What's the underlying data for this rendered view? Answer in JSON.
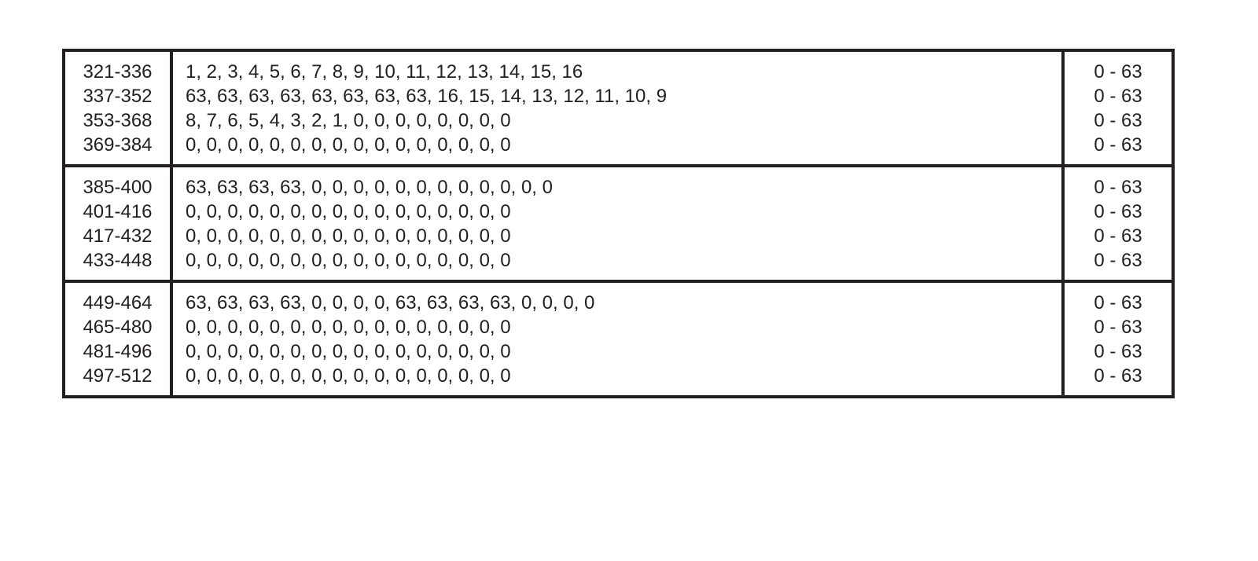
{
  "table": {
    "groups": [
      {
        "addresses": [
          "321-336",
          "337-352",
          "353-368",
          "369-384"
        ],
        "values": [
          "1, 2, 3, 4, 5, 6, 7, 8, 9, 10, 11, 12, 13, 14, 15, 16",
          "63, 63, 63, 63, 63, 63, 63, 63, 16, 15, 14, 13, 12, 11, 10, 9",
          "8, 7, 6, 5, 4, 3, 2, 1, 0, 0, 0, 0, 0, 0, 0, 0",
          "0, 0, 0, 0, 0, 0, 0, 0, 0, 0, 0, 0, 0, 0, 0, 0"
        ],
        "ranges": [
          "0 - 63",
          "0 - 63",
          "0 - 63",
          "0 - 63"
        ]
      },
      {
        "addresses": [
          "385-400",
          "401-416",
          "417-432",
          "433-448"
        ],
        "values": [
          "63, 63, 63, 63, 0, 0, 0, 0, 0, 0, 0, 0, 0, 0, 0, 0",
          "0, 0, 0, 0, 0, 0, 0, 0, 0, 0, 0, 0, 0, 0, 0, 0",
          "0, 0, 0, 0, 0, 0, 0, 0, 0, 0, 0, 0, 0, 0, 0, 0",
          "0, 0, 0, 0, 0, 0, 0, 0, 0, 0, 0, 0, 0, 0, 0, 0"
        ],
        "ranges": [
          "0 - 63",
          "0 - 63",
          "0 - 63",
          "0 - 63"
        ]
      },
      {
        "addresses": [
          "449-464",
          "465-480",
          "481-496",
          "497-512"
        ],
        "values": [
          "63, 63, 63, 63, 0, 0, 0, 0, 63, 63, 63, 63, 0, 0, 0, 0",
          "0, 0, 0, 0, 0, 0, 0, 0, 0, 0, 0, 0, 0, 0, 0, 0",
          "0, 0, 0, 0, 0, 0, 0, 0, 0, 0, 0, 0, 0, 0, 0, 0",
          "0, 0, 0, 0, 0, 0, 0, 0, 0, 0, 0, 0, 0, 0, 0, 0"
        ],
        "ranges": [
          "0 - 63",
          "0 - 63",
          "0 - 63",
          "0 - 63"
        ]
      }
    ]
  }
}
